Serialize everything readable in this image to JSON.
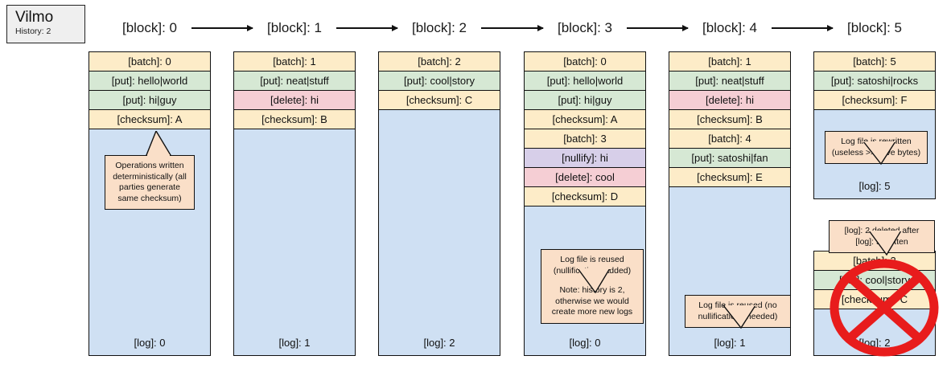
{
  "logo": {
    "brand": "Vilmo",
    "history": "History: 2"
  },
  "palette": {
    "batch": "#fdecc8",
    "put": "#d6e8d4",
    "delete": "#f5ced4",
    "nullify": "#d7cfe9",
    "checksum": "#fdecc8",
    "log": "#cfe0f3",
    "callout": "#fadfc8",
    "stroke": "#111111",
    "mark": "#e81c1c"
  },
  "columns": [
    {
      "header": "[block]: 0",
      "blocks": [
        {
          "rows": [
            {
              "kind": "batch",
              "text": "[batch]: 0"
            },
            {
              "kind": "put",
              "text": "[put]: hello|world"
            },
            {
              "kind": "put",
              "text": "[put]: hi|guy"
            },
            {
              "kind": "checksum",
              "text": "[checksum]: A"
            }
          ],
          "log_label": "[log]: 0",
          "callout": {
            "lines": [
              "Operations written deterministically (all parties generate same checksum)"
            ]
          }
        }
      ]
    },
    {
      "header": "[block]: 1",
      "blocks": [
        {
          "rows": [
            {
              "kind": "batch",
              "text": "[batch]: 1"
            },
            {
              "kind": "put",
              "text": "[put]: neat|stuff"
            },
            {
              "kind": "delete",
              "text": "[delete]: hi"
            },
            {
              "kind": "checksum",
              "text": "[checksum]: B"
            }
          ],
          "log_label": "[log]: 1",
          "callout": null
        }
      ]
    },
    {
      "header": "[block]: 2",
      "blocks": [
        {
          "rows": [
            {
              "kind": "batch",
              "text": "[batch]: 2"
            },
            {
              "kind": "put",
              "text": "[put]: cool|story"
            },
            {
              "kind": "checksum",
              "text": "[checksum]: C"
            }
          ],
          "log_label": "[log]: 2",
          "callout": null
        }
      ]
    },
    {
      "header": "[block]: 3",
      "blocks": [
        {
          "rows": [
            {
              "kind": "batch",
              "text": "[batch]: 0"
            },
            {
              "kind": "put",
              "text": "[put]: hello|world"
            },
            {
              "kind": "put",
              "text": "[put]: hi|guy"
            },
            {
              "kind": "checksum",
              "text": "[checksum]: A"
            },
            {
              "kind": "batch",
              "text": "[batch]: 3"
            },
            {
              "kind": "nullify",
              "text": "[nullify]: hi"
            },
            {
              "kind": "delete",
              "text": "[delete]: cool"
            },
            {
              "kind": "checksum",
              "text": "[checksum]: D"
            }
          ],
          "log_label": "[log]: 0",
          "callout": {
            "lines": [
              "Log file is reused (nullifications added)",
              "Note: history is 2, otherwise we would create more new logs"
            ]
          }
        }
      ]
    },
    {
      "header": "[block]: 4",
      "blocks": [
        {
          "rows": [
            {
              "kind": "batch",
              "text": "[batch]: 1"
            },
            {
              "kind": "put",
              "text": "[put]: neat|stuff"
            },
            {
              "kind": "delete",
              "text": "[delete]: hi"
            },
            {
              "kind": "checksum",
              "text": "[checksum]: B"
            },
            {
              "kind": "batch",
              "text": "[batch]: 4"
            },
            {
              "kind": "put",
              "text": "[put]: satoshi|fan"
            },
            {
              "kind": "checksum",
              "text": "[checksum]: E"
            }
          ],
          "log_label": "[log]: 1",
          "callout": {
            "lines": [
              "Log file is reused (no nullifications needed)"
            ]
          }
        }
      ]
    },
    {
      "header": "[block]: 5",
      "blocks": [
        {
          "rows": [
            {
              "kind": "batch",
              "text": "[batch]: 5"
            },
            {
              "kind": "put",
              "text": "[put]: satoshi|rocks"
            },
            {
              "kind": "checksum",
              "text": "[checksum]: F"
            }
          ],
          "log_label": "[log]: 5",
          "callout": {
            "lines": [
              "Log file is rewritten (useless >> alive bytes)"
            ]
          }
        },
        {
          "rows": [
            {
              "kind": "batch",
              "text": "[batch]: 2"
            },
            {
              "kind": "put",
              "text": "[put]: cool|story"
            },
            {
              "kind": "checksum",
              "text": "[checksum]: C"
            }
          ],
          "log_label": "[log]: 2",
          "deleted": true,
          "callout": {
            "lines": [
              "[log]: 2 deleted after [log]: 5 written"
            ]
          }
        }
      ]
    }
  ]
}
